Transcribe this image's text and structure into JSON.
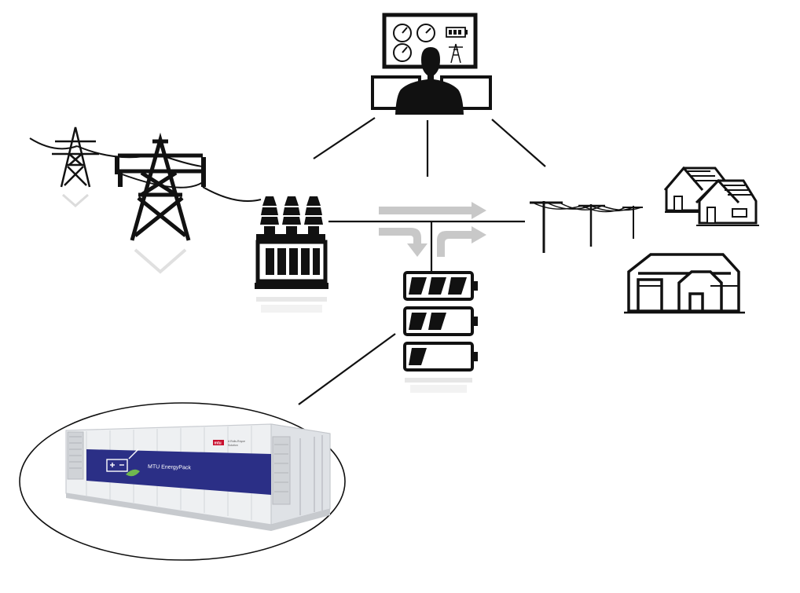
{
  "diagram": {
    "nodes": [
      {
        "id": "control-center",
        "icon": "operator-monitor-icon"
      },
      {
        "id": "transmission-towers",
        "icon": "transmission-tower-icon"
      },
      {
        "id": "transformer",
        "icon": "transformer-icon"
      },
      {
        "id": "battery-storage",
        "icon": "battery-stack-icon"
      },
      {
        "id": "distribution-line",
        "icon": "utility-pole-icon"
      },
      {
        "id": "houses",
        "icon": "house-icon"
      },
      {
        "id": "factory",
        "icon": "factory-icon"
      },
      {
        "id": "container",
        "icon": "battery-container-icon"
      }
    ],
    "container": {
      "brand": "mtu",
      "product": "MTU EnergyPack",
      "company_lines": [
        "A Rolls-Royce",
        "Solution"
      ]
    },
    "colors": {
      "ink": "#111111",
      "flow_arrow": "#c8c8c8",
      "container_band": "#2b2f86",
      "container_body": "#f2f3f5",
      "brand_red": "#c8102e"
    }
  }
}
